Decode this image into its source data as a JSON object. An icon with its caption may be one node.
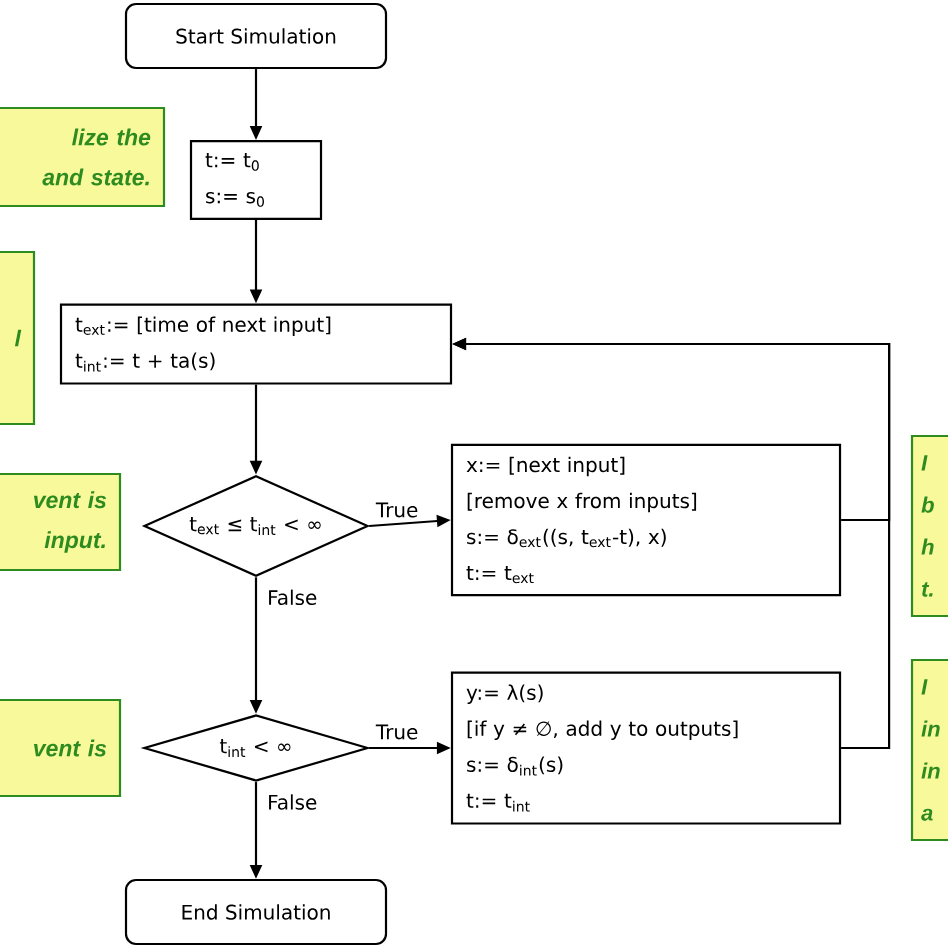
{
  "diagram": {
    "nodes": [
      {
        "text": [
          "Start Simulation"
        ]
      },
      {
        "text": [
          "t:= t$_{0}$",
          "s:= s$_{0}$"
        ]
      },
      {
        "text": [
          "t$_{ext}$:= [time of next input]",
          "t$_{int}$:= t + ta(s)"
        ]
      },
      {
        "text": [
          "t$_{ext}$ ≤ t$_{int}$ < ∞"
        ]
      },
      {
        "text": [
          "x:= [next input]",
          "[remove x from inputs]",
          "s:= δ$_{ext}$((s, t$_{ext}$-t), x)",
          "t:= t$_{ext}$"
        ]
      },
      {
        "text": [
          "t$_{int}$ < ∞"
        ]
      },
      {
        "text": [
          "y:= λ(s)",
          "[if y ≠ ∅, add y to outputs]",
          "s:= δ$_{int}$(s)",
          "t:= t$_{int}$"
        ]
      },
      {
        "text": [
          "End Simulation"
        ]
      },
      {
        "text": [
          "lize the and state."
        ]
      },
      {
        "text": [
          "l"
        ]
      },
      {
        "text": [
          "vent is input."
        ]
      },
      {
        "text": [
          "vent is"
        ]
      },
      {
        "text": [
          "I b h t."
        ]
      },
      {
        "text": [
          "I in in a"
        ]
      }
    ],
    "edges": [
      {
        "from": 0,
        "to": 1,
        "arrow": "to"
      },
      {
        "from": 1,
        "to": 2,
        "arrow": "to"
      },
      {
        "from": 2,
        "to": 3,
        "arrow": "to"
      },
      {
        "from": 3,
        "to": 4,
        "arrow": "to",
        "label": "True"
      },
      {
        "from": 3,
        "to": 5,
        "arrow": "to",
        "label": "False"
      },
      {
        "from": 5,
        "to": 6,
        "arrow": "to",
        "label": "True"
      },
      {
        "from": 5,
        "to": 7,
        "arrow": "to",
        "label": "False"
      },
      {
        "from": 4,
        "to": 2,
        "arrow": "to"
      },
      {
        "from": 6,
        "to": 2,
        "arrow": "to"
      }
    ]
  }
}
